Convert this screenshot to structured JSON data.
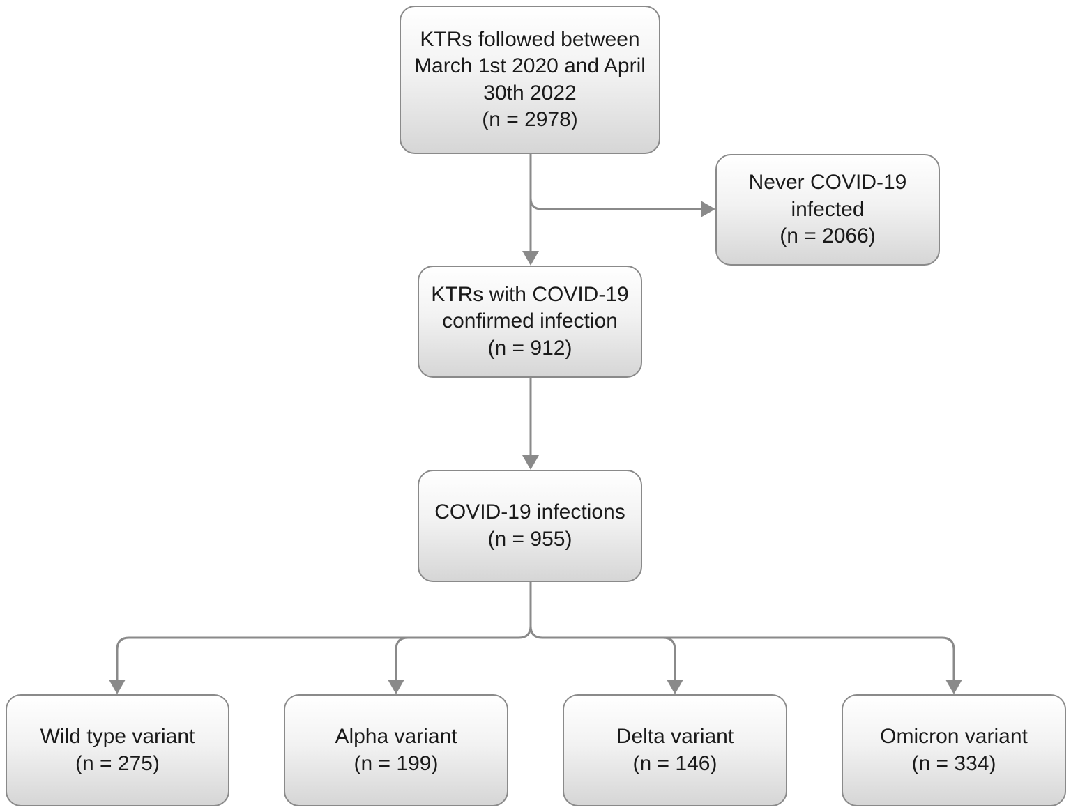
{
  "flowchart": {
    "start": {
      "lines": [
        "KTRs followed between",
        "March 1st 2020 and April",
        "30th 2022",
        "(n = 2978)"
      ]
    },
    "never_infected": {
      "lines": [
        "Never COVID-19",
        "infected",
        "(n = 2066)"
      ]
    },
    "confirmed_infection": {
      "lines": [
        "KTRs with COVID-19",
        "confirmed infection",
        "(n = 912)"
      ]
    },
    "infections": {
      "lines": [
        "COVID-19 infections",
        "(n = 955)"
      ]
    },
    "variants": [
      {
        "lines": [
          "Wild type variant",
          "(n = 275)"
        ]
      },
      {
        "lines": [
          "Alpha variant",
          "(n = 199)"
        ]
      },
      {
        "lines": [
          "Delta variant",
          "(n = 146)"
        ]
      },
      {
        "lines": [
          "Omicron variant",
          "(n = 334)"
        ]
      }
    ]
  },
  "colors": {
    "border": "#8a8a8a",
    "connector": "#8a8a8a",
    "text": "#1a1a1a",
    "box_gradient_top": "#ffffff",
    "box_gradient_bottom": "#d6d6d6"
  }
}
